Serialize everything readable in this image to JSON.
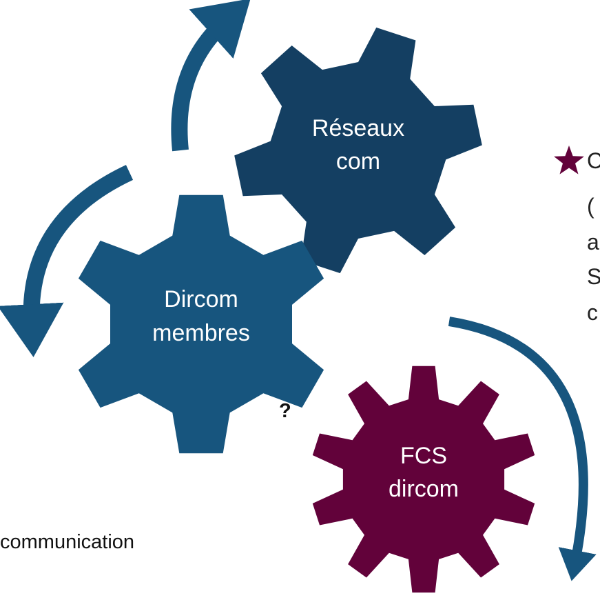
{
  "colors": {
    "gear_reseaux": "#143f62",
    "gear_dircom": "#17557e",
    "gear_fcs": "#62023a",
    "arrow": "#17557e",
    "star": "#62023a"
  },
  "gears": {
    "reseaux": {
      "line1": "Réseaux",
      "line2": "com"
    },
    "dircom": {
      "line1": "Dircom",
      "line2": "membres"
    },
    "fcs": {
      "line1": "FCS",
      "line2": "dircom"
    }
  },
  "left_text": {
    "question_mark": "?",
    "communication": "communication"
  },
  "right_text": {
    "star_icon": "star-icon",
    "lines": [
      "C",
      "(",
      "a",
      "S",
      "c"
    ]
  },
  "arrows": [
    "arrow-top",
    "arrow-left",
    "arrow-right"
  ]
}
